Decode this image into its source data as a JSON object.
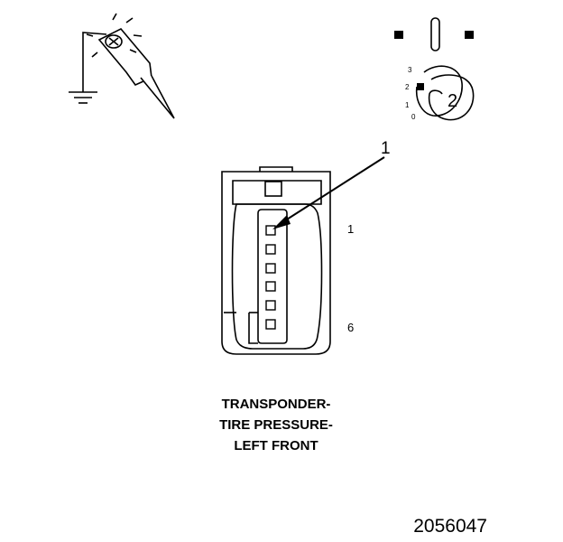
{
  "diagram": {
    "callout_number": "1",
    "pin_labels": {
      "first": "1",
      "last": "6"
    },
    "ignition": {
      "positions": [
        "3",
        "2",
        "1",
        "0"
      ],
      "selected_position": "2"
    },
    "caption_lines": [
      "TRANSPONDER-",
      "TIRE PRESSURE-",
      "LEFT FRONT"
    ],
    "figure_number": "2056047",
    "connector_cavities": 6
  },
  "icons": [
    "test-probe-icon",
    "ground-symbol-icon",
    "ignition-off-icon",
    "ignition-key-icon"
  ],
  "colors": {
    "line": "#000000",
    "background": "#ffffff"
  }
}
